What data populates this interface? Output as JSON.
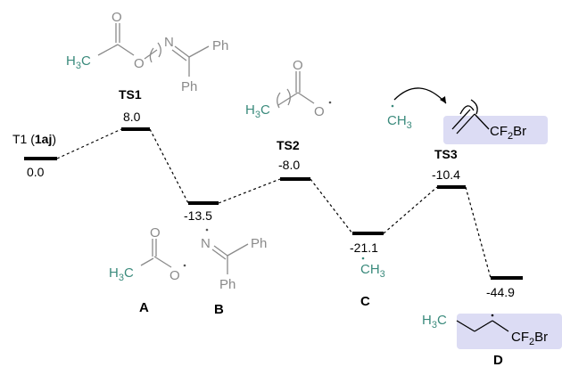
{
  "colors": {
    "teal": "#3a8a7c",
    "gray": "#8a8a8a",
    "highlight": "#dcdcf4",
    "level": "#000000"
  },
  "levels": [
    {
      "id": "t1",
      "energy": "0.0",
      "label_prefix": "T1 (",
      "label_bold": "1aj",
      "label_suffix": ")"
    },
    {
      "id": "ts1",
      "energy": "8.0",
      "label": "TS1"
    },
    {
      "id": "a",
      "energy": "-13.5"
    },
    {
      "id": "ts2",
      "energy": "-8.0",
      "label": "TS2"
    },
    {
      "id": "c",
      "energy": "-21.1"
    },
    {
      "id": "ts3",
      "energy": "-10.4",
      "label": "TS3"
    },
    {
      "id": "d",
      "energy": "-44.9"
    }
  ],
  "structures": {
    "ts1": {
      "h3c": "H",
      "h3c_sub": "3",
      "h3c_c": "C",
      "o1": "O",
      "o2": "O",
      "n": "N",
      "ph1": "Ph",
      "ph2": "Ph"
    },
    "ts2": {
      "h3c": "H",
      "h3c_sub": "3",
      "h3c_c": "C",
      "o1": "O",
      "o2": "O"
    },
    "ts3": {
      "ch3": "CH",
      "ch3_sub": "3",
      "cf2br": "CF",
      "cf2br_sub": "2",
      "cf2br_end": "Br"
    },
    "a": {
      "h3c": "H",
      "h3c_sub": "3",
      "h3c_c": "C",
      "o1": "O",
      "o2": "O",
      "letter": "A"
    },
    "b": {
      "n": "N",
      "ph1": "Ph",
      "ph2": "Ph",
      "letter": "B"
    },
    "c": {
      "ch3": "CH",
      "ch3_sub": "3",
      "letter": "C"
    },
    "d": {
      "h3c": "H",
      "h3c_sub": "3",
      "h3c_c": "C",
      "cf2br": "CF",
      "cf2br_sub": "2",
      "cf2br_end": "Br",
      "letter": "D"
    }
  }
}
